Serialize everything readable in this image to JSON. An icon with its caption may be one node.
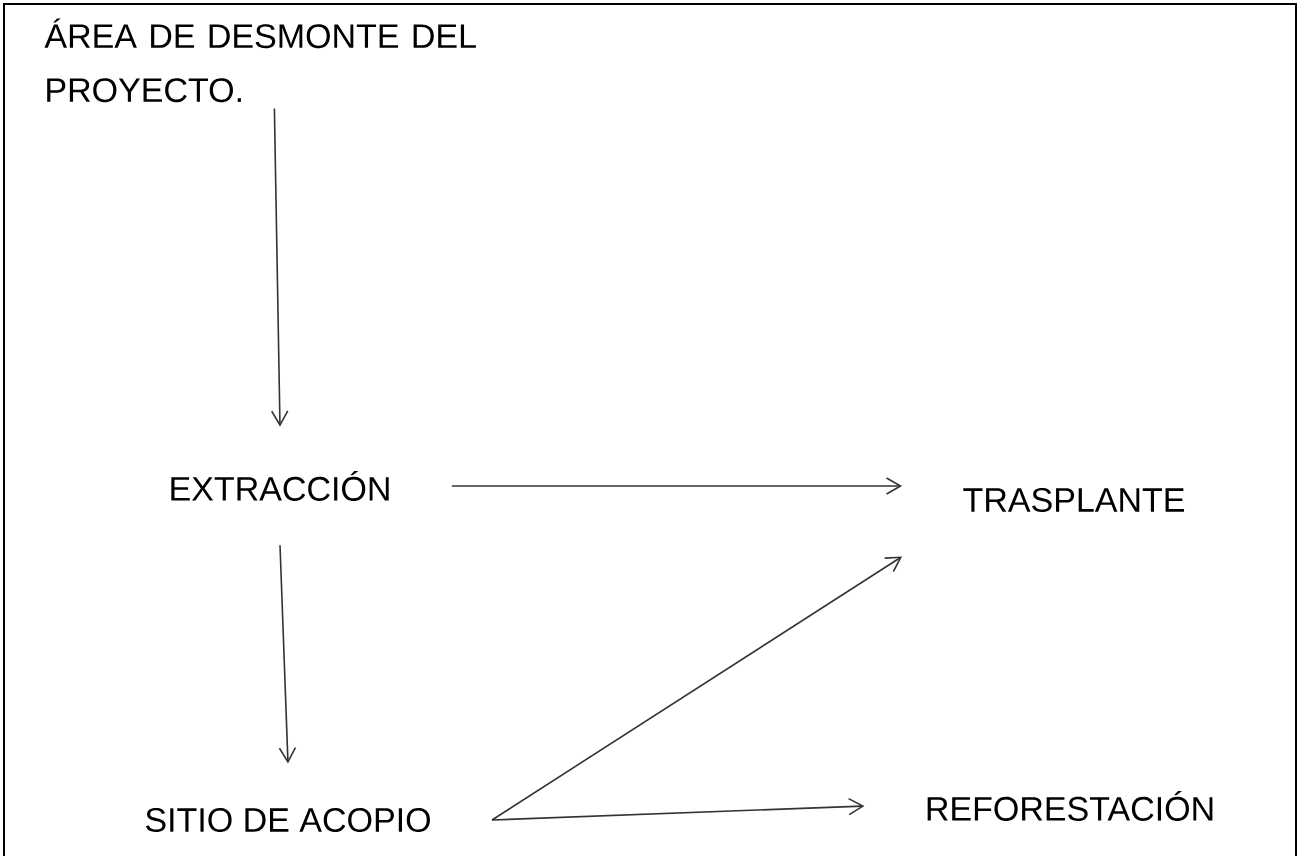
{
  "diagram": {
    "nodes": [
      {
        "text": [
          "ÁREA DE DESMONTE DEL PROYECTO."
        ]
      },
      {
        "text": [
          "EXTRACCIÓN"
        ]
      },
      {
        "text": [
          "TRASPLANTE"
        ]
      },
      {
        "text": [
          "SITIO DE ACOPIO"
        ]
      },
      {
        "text": [
          "REFORESTACIÓN"
        ]
      }
    ],
    "edges": [
      {
        "from": 0,
        "to": 1,
        "arrow": "to"
      },
      {
        "from": 1,
        "to": 2,
        "arrow": "to"
      },
      {
        "from": 1,
        "to": 3,
        "arrow": "to"
      },
      {
        "from": 3,
        "to": 2,
        "arrow": "to"
      },
      {
        "from": 3,
        "to": 4,
        "arrow": "to"
      }
    ]
  }
}
